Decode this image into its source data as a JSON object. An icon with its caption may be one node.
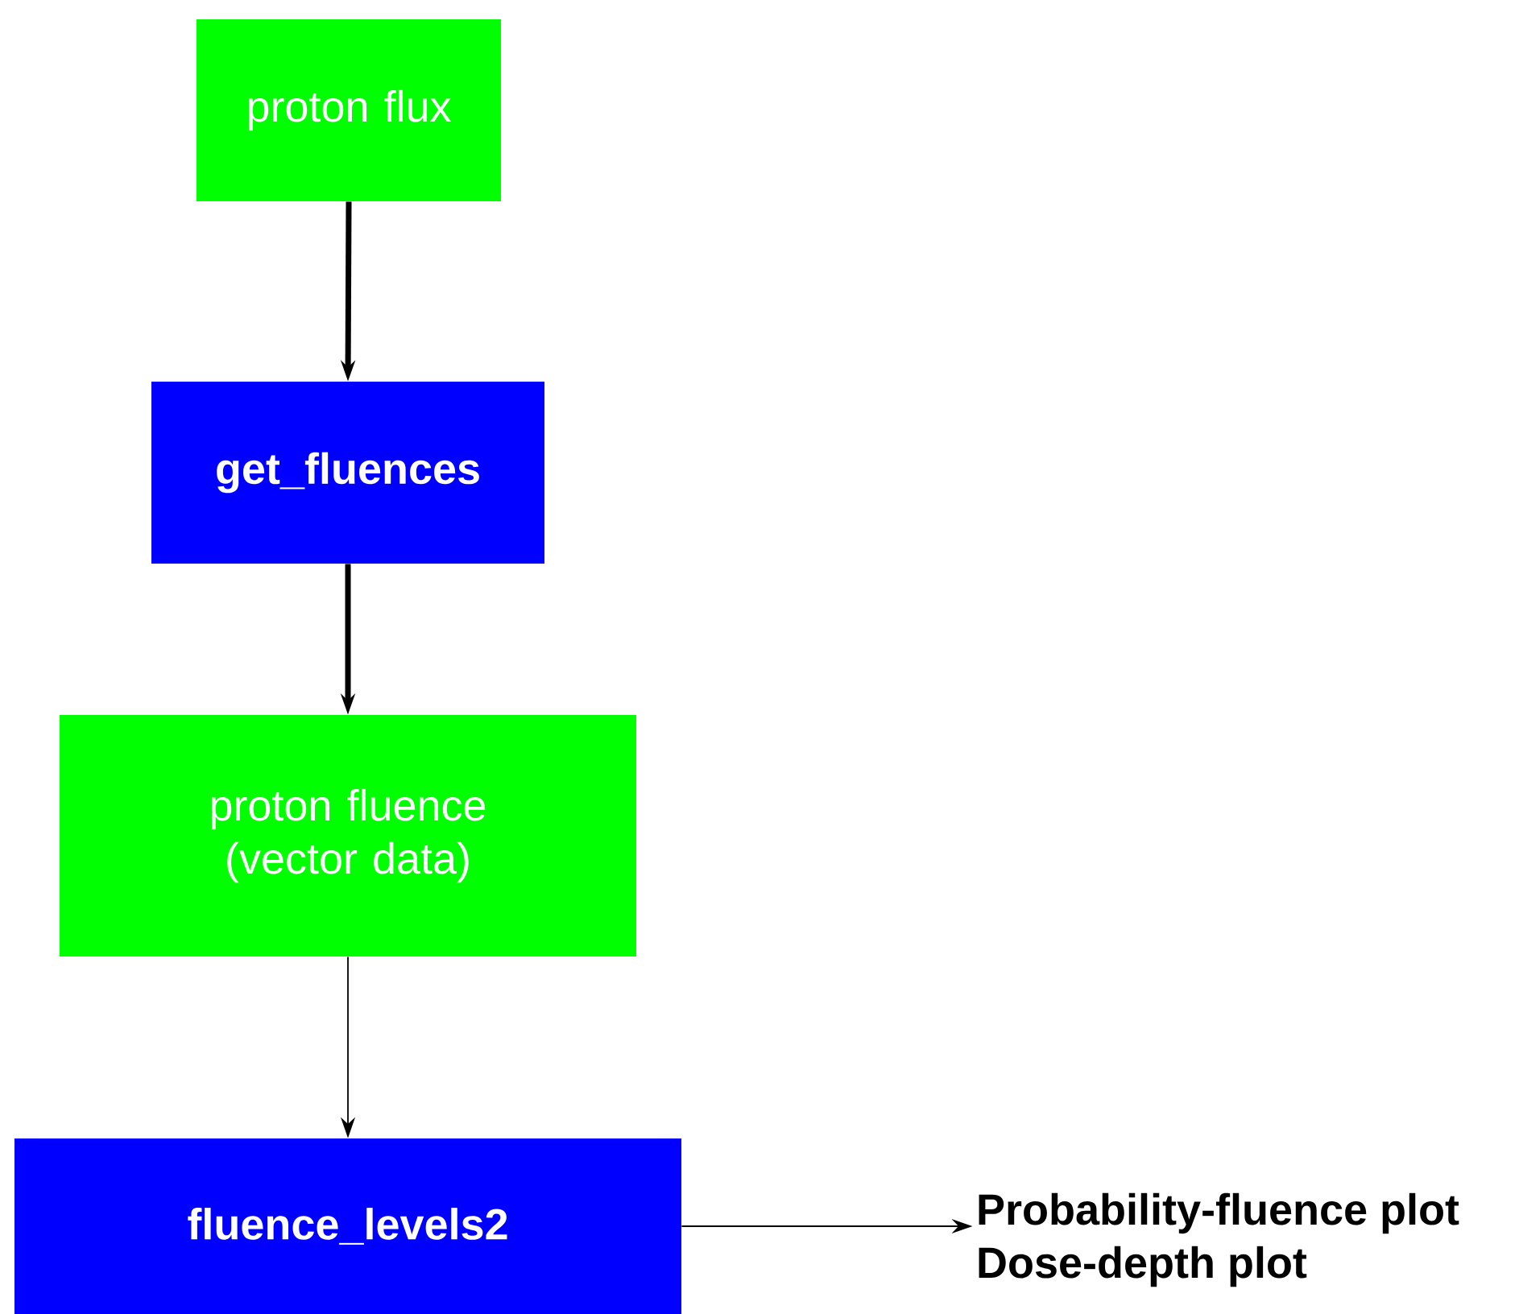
{
  "diagram": {
    "nodes": [
      {
        "text": [
          "proton flux"
        ]
      },
      {
        "text": [
          "get_fluences"
        ]
      },
      {
        "text": [
          "proton fluence (vector data)"
        ]
      },
      {
        "text": [
          "fluence_levels2"
        ]
      },
      {
        "text": [
          "Probability-fluence plot",
          "Dose-depth plot"
        ]
      }
    ],
    "edges": [
      {
        "from": 0,
        "to": 1,
        "arrow": "to",
        "style": "thick"
      },
      {
        "from": 1,
        "to": 2,
        "arrow": "to",
        "style": "thick"
      },
      {
        "from": 2,
        "to": 3,
        "arrow": "to"
      },
      {
        "from": 3,
        "to": 4,
        "arrow": "to"
      }
    ]
  }
}
